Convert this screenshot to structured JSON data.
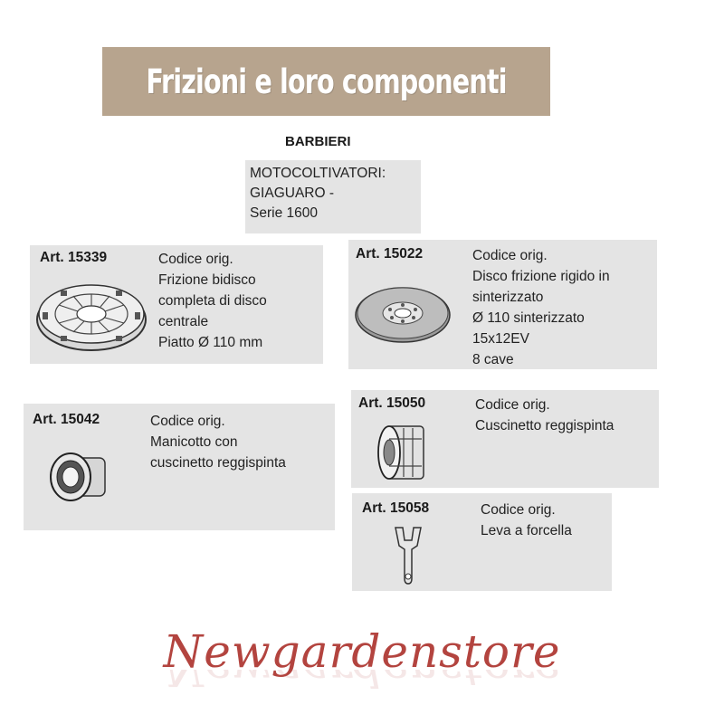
{
  "header": {
    "title": "Frizioni e loro componenti"
  },
  "brand": "BARBIERI",
  "application": {
    "text": "MOTOCOLTIVATORI:\nGIAGUARO -\nSerie 1600"
  },
  "products": [
    {
      "art": "Art. 15339",
      "lines": [
        "Codice orig.",
        "Frizione bidisco",
        "completa di disco",
        "centrale",
        "Piatto Ø 110 mm"
      ],
      "icon": "clutch-plate-assembly"
    },
    {
      "art": "Art. 15022",
      "lines": [
        "Codice orig.",
        "Disco  frizione rigido in",
        "sinterizzato",
        "Ø 110 sinterizzato",
        "15x12EV",
        "8 cave"
      ],
      "icon": "sintered-clutch-disc"
    },
    {
      "art": "Art. 15042",
      "lines": [
        "Codice orig.",
        "Manicotto con",
        "cuscinetto reggispinta"
      ],
      "icon": "bearing-sleeve"
    },
    {
      "art": "Art. 15050",
      "lines": [
        "Codice orig.",
        "Cuscinetto reggispinta"
      ],
      "icon": "thrust-bearing"
    },
    {
      "art": "Art. 15058",
      "lines": [
        "Codice orig.",
        "Leva a forcella"
      ],
      "icon": "fork-lever"
    }
  ],
  "store": {
    "name": "Newgardenstore"
  },
  "colors": {
    "banner": "#b7a48e",
    "panel": "#e4e4e4",
    "store_text": "#b3443f"
  }
}
